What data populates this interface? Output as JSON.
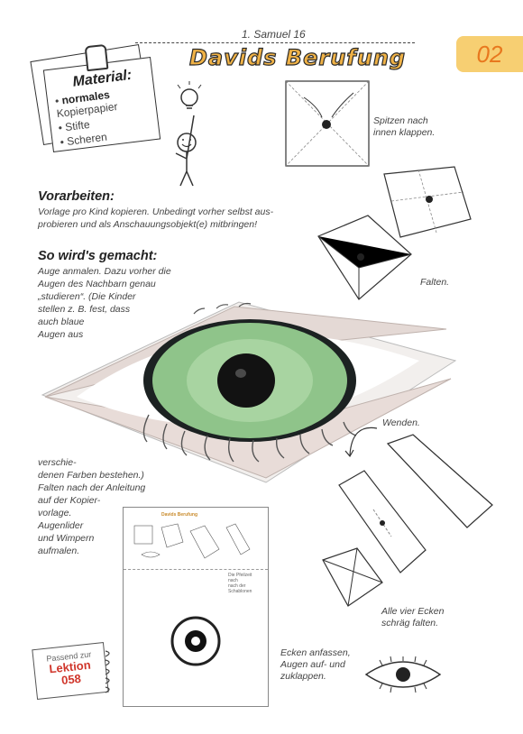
{
  "page": {
    "number": "02",
    "reference": "1. Samuel 16",
    "title": "Davids Berufung"
  },
  "material": {
    "heading": "Material:",
    "items": [
      {
        "bold": "normales",
        "rest": " Kopierpapier"
      },
      {
        "bold": "",
        "rest": "Stifte"
      },
      {
        "bold": "",
        "rest": "Scheren"
      }
    ]
  },
  "vorarbeiten": {
    "heading": "Vorarbeiten:",
    "text_line1": "Vorlage pro Kind kopieren. Unbedingt vorher selbst aus-",
    "text_line2": "probieren und als Anschauungsobjekt(e) mitbringen!"
  },
  "anleitung": {
    "heading": "So wird's gemacht:",
    "lines_top": [
      "Auge anmalen. Dazu vorher die",
      "Augen des Nachbarn genau",
      "„studieren“. (Die Kinder",
      "stellen z. B. fest, dass",
      "auch blaue",
      "Augen aus"
    ],
    "lines_bottom": [
      "verschie-",
      "denen Farben bestehen.)",
      "Falten nach der Anleitung",
      "auf der Kopier-",
      "vorlage.",
      "Augenlider",
      "und Wimpern",
      "aufmalen."
    ]
  },
  "steps": {
    "step1": [
      "Spitzen nach",
      "innen klappen."
    ],
    "step2": "Falten.",
    "step3": "Wenden.",
    "step4": [
      "Alle vier Ecken",
      "schräg falten."
    ],
    "step5": [
      "Ecken anfassen,",
      "Augen auf- und",
      "zuklappen."
    ]
  },
  "template_preview": {
    "title": "Davids Berufung",
    "note": [
      "Die Pfeilzeit",
      "nach",
      "nach der",
      "Schablonen"
    ]
  },
  "badge": {
    "line1": "Passend zur",
    "line2": "Lektion",
    "line3": "058"
  },
  "colors": {
    "accent_orange": "#f0b246",
    "page_tab": "#f7cf72",
    "page_number": "#e8781e",
    "badge_red": "#d0362b",
    "iris_green": "#8fc48a"
  }
}
